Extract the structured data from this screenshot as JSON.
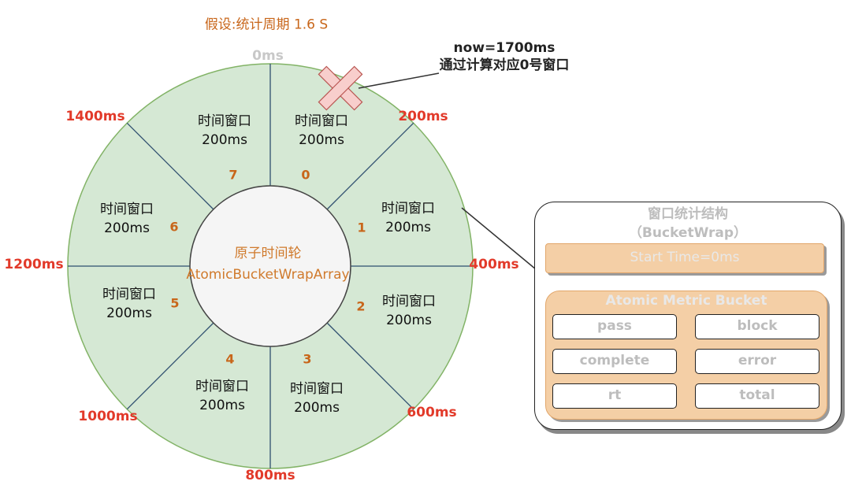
{
  "title": "假设:统计周期 1.6 S",
  "now": {
    "line1": "now=1700ms",
    "line2": "通过计算对应0号窗口"
  },
  "center": {
    "line1": "原子时间轮",
    "line2": "AtomicBucketWrapArray"
  },
  "ms_labels": [
    "0ms",
    "200ms",
    "400ms",
    "600ms",
    "800ms",
    "1000ms",
    "1200ms",
    "1400ms"
  ],
  "windows": [
    {
      "index": "0",
      "name": "时间窗口",
      "duration": "200ms"
    },
    {
      "index": "1",
      "name": "时间窗口",
      "duration": "200ms"
    },
    {
      "index": "2",
      "name": "时间窗口",
      "duration": "200ms"
    },
    {
      "index": "3",
      "name": "时间窗口",
      "duration": "200ms"
    },
    {
      "index": "4",
      "name": "时间窗口",
      "duration": "200ms"
    },
    {
      "index": "5",
      "name": "时间窗口",
      "duration": "200ms"
    },
    {
      "index": "6",
      "name": "时间窗口",
      "duration": "200ms"
    },
    {
      "index": "7",
      "name": "时间窗口",
      "duration": "200ms"
    }
  ],
  "struct": {
    "title1": "窗口统计结构",
    "title2": "（BucketWrap）",
    "start_time": "Start Time=0ms",
    "bucket_title": "Atomic Metric Bucket",
    "fields": [
      "pass",
      "block",
      "complete",
      "error",
      "rt",
      "total"
    ]
  },
  "colors": {
    "ring_fill": "#d5e8d4",
    "ring_stroke": "#82b366",
    "hub_fill": "#f5f5f5",
    "divider": "#2f4f6f",
    "marker": "#f8cecc",
    "marker_stroke": "#b85450"
  }
}
